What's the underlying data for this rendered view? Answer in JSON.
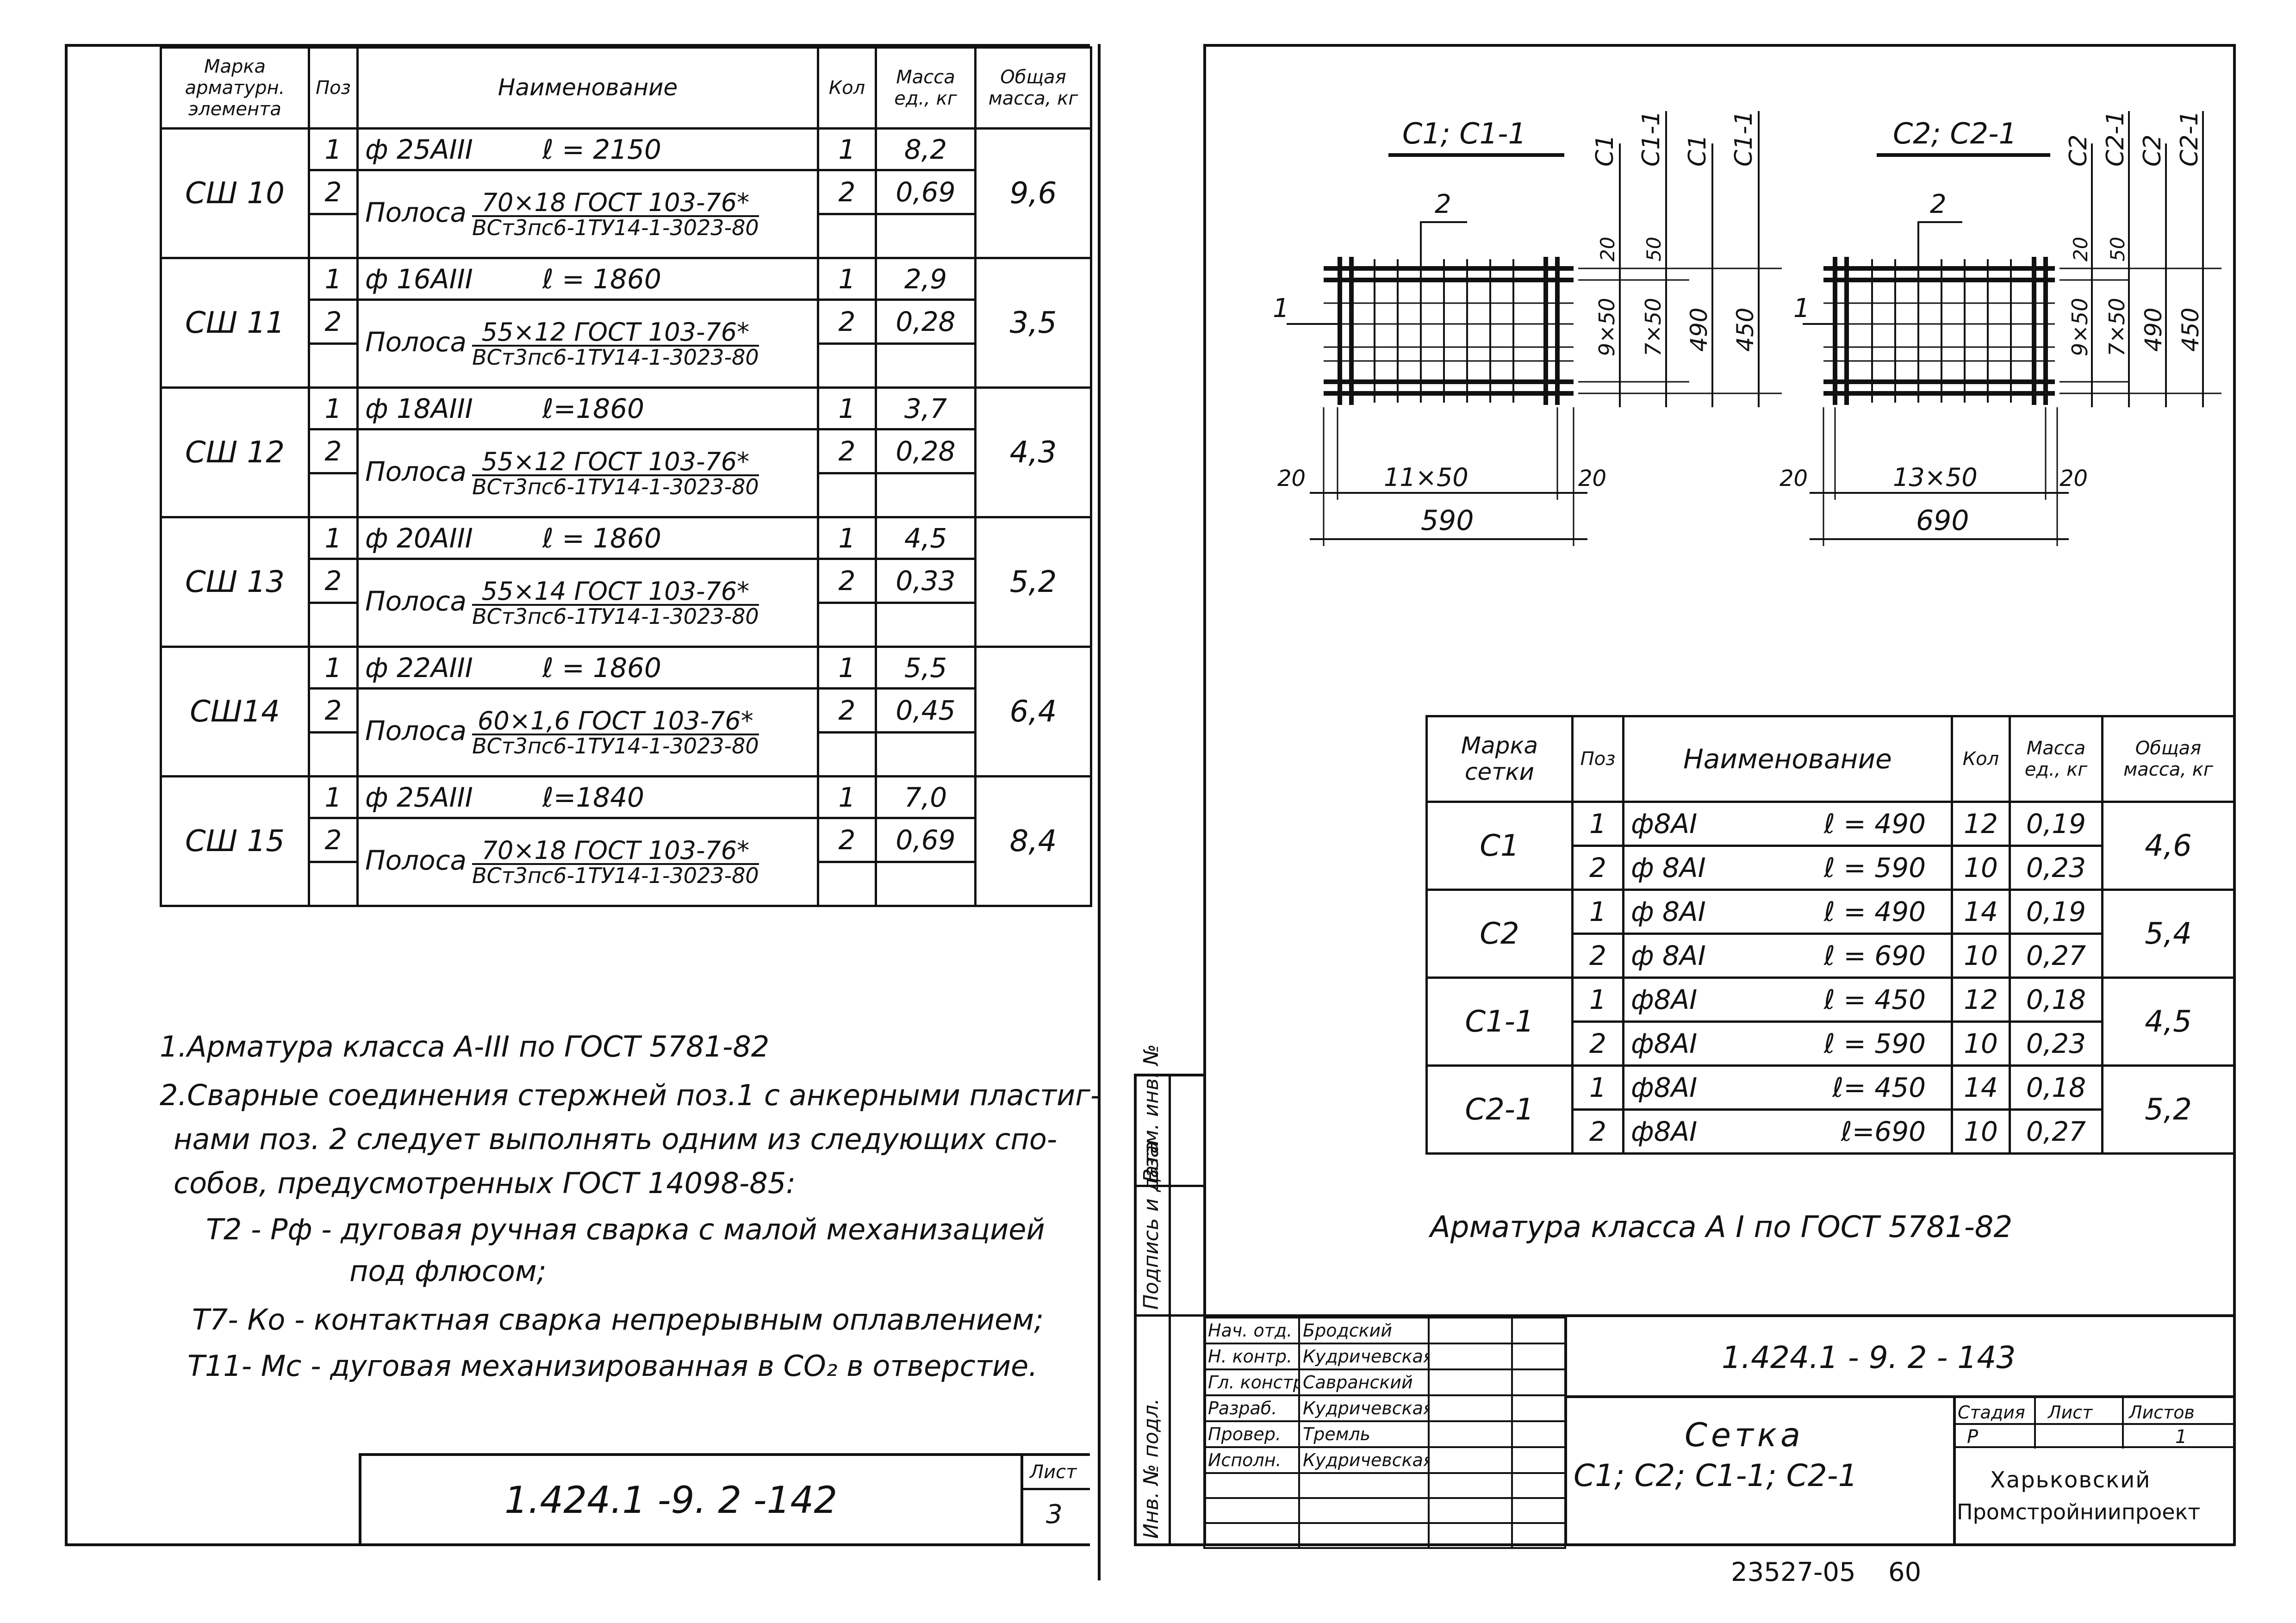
{
  "left_table": {
    "headers": {
      "mark": "Марка арматурн. элемента",
      "pos": "Поз",
      "name": "Наименование",
      "qty": "Кол",
      "unit_mass": "Масса ед., кг",
      "total_mass": "Общая масса, кг"
    },
    "rows": [
      {
        "mark": "СШ 10",
        "bar": "ф 25АIII",
        "bar_len": "ℓ = 2150",
        "bar_qty": "1",
        "bar_mass": "8,2",
        "strip_num": "70×18 ГОСТ 103-76*",
        "strip_den": "ВСт3пс6-1ТУ14-1-3023-80",
        "strip_qty": "2",
        "strip_mass": "0,69",
        "total": "9,6"
      },
      {
        "mark": "СШ 11",
        "bar": "ф 16АIII",
        "bar_len": "ℓ = 1860",
        "bar_qty": "1",
        "bar_mass": "2,9",
        "strip_num": "55×12 ГОСТ 103-76*",
        "strip_den": "ВСт3пс6-1ТУ14-1-3023-80",
        "strip_qty": "2",
        "strip_mass": "0,28",
        "total": "3,5"
      },
      {
        "mark": "СШ 12",
        "bar": "ф 18АIII",
        "bar_len": "ℓ=1860",
        "bar_qty": "1",
        "bar_mass": "3,7",
        "strip_num": "55×12 ГОСТ 103-76*",
        "strip_den": "ВСт3пс6-1ТУ14-1-3023-80",
        "strip_qty": "2",
        "strip_mass": "0,28",
        "total": "4,3"
      },
      {
        "mark": "СШ 13",
        "bar": "ф 20АIII",
        "bar_len": "ℓ = 1860",
        "bar_qty": "1",
        "bar_mass": "4,5",
        "strip_num": "55×14 ГОСТ 103-76*",
        "strip_den": "ВСт3пс6-1ТУ14-1-3023-80",
        "strip_qty": "2",
        "strip_mass": "0,33",
        "total": "5,2"
      },
      {
        "mark": "СШ14",
        "bar": "ф 22АIII",
        "bar_len": "ℓ = 1860",
        "bar_qty": "1",
        "bar_mass": "5,5",
        "strip_num": "60×1,6 ГОСТ 103-76*",
        "strip_den": "ВСт3пс6-1ТУ14-1-3023-80",
        "strip_qty": "2",
        "strip_mass": "0,45",
        "total": "6,4"
      },
      {
        "mark": "СШ 15",
        "bar": "ф 25АIII",
        "bar_len": "ℓ=1840",
        "bar_qty": "1",
        "bar_mass": "7,0",
        "strip_num": "70×18 ГОСТ 103-76*",
        "strip_den": "ВСт3пс6-1ТУ14-1-3023-80",
        "strip_qty": "2",
        "strip_mass": "0,69",
        "total": "8,4"
      }
    ],
    "strip_word": "Полоса",
    "pos1": "1",
    "pos2": "2"
  },
  "notes": [
    "1.Арматура класса А-III по ГОСТ 5781-82",
    "2.Сварные соединения стержней поз.1 с анкерными пластиг-",
    "нами поз. 2 следует выполнять одним из следующих спо-",
    "собов, предусмотренных ГОСТ 14098-85:",
    "Т2 - Рф - дуговая ручная сварка с малой механизацией",
    "под флюсом;",
    "Т7- Ко - контактная сварка непрерывным оплавлением;",
    "Т11- Мс - дуговая механизированная в CO₂ в отверстие."
  ],
  "left_stamp": {
    "code": "1.424.1 -9. 2 -142",
    "sheet_label": "Лист",
    "sheet": "3"
  },
  "drawing_a": {
    "title": "С1; С1-1",
    "pos1": "1",
    "pos2": "2",
    "dim_bottom_inner": "11×50",
    "dim_bottom_total": "590",
    "dim_edge": "20",
    "dim_right_inner": [
      "9×50",
      "7×50"
    ],
    "dim_right_total": [
      "490",
      "450"
    ],
    "dim_right_edge": [
      "20",
      "50"
    ],
    "col_labels": [
      "С1",
      "С1-1",
      "С1",
      "С1-1"
    ]
  },
  "drawing_b": {
    "title": "С2; С2-1",
    "pos1": "1",
    "pos2": "2",
    "dim_bottom_inner": "13×50",
    "dim_bottom_total": "690",
    "dim_edge": "20",
    "dim_right_inner": [
      "9×50",
      "7×50"
    ],
    "dim_right_total": [
      "490",
      "450"
    ],
    "dim_right_edge": [
      "20",
      "50"
    ],
    "col_labels": [
      "С2",
      "С2-1",
      "С2",
      "С2-1"
    ]
  },
  "right_table": {
    "headers": {
      "mark": "Марка сетки",
      "pos": "Поз",
      "name": "Наименование",
      "qty": "Кол",
      "unit_mass": "Масса ед., кг",
      "total_mass": "Общая масса, кг"
    },
    "groups": [
      {
        "mark": "С1",
        "total": "4,6",
        "rows": [
          {
            "pos": "1",
            "bar": "ф8АI",
            "len": "ℓ = 490",
            "qty": "12",
            "mass": "0,19"
          },
          {
            "pos": "2",
            "bar": "ф 8АI",
            "len": "ℓ = 590",
            "qty": "10",
            "mass": "0,23"
          }
        ]
      },
      {
        "mark": "С2",
        "total": "5,4",
        "rows": [
          {
            "pos": "1",
            "bar": "ф 8АI",
            "len": "ℓ = 490",
            "qty": "14",
            "mass": "0,19"
          },
          {
            "pos": "2",
            "bar": "ф 8АI",
            "len": "ℓ = 690",
            "qty": "10",
            "mass": "0,27"
          }
        ]
      },
      {
        "mark": "С1-1",
        "total": "4,5",
        "rows": [
          {
            "pos": "1",
            "bar": "ф8АI",
            "len": "ℓ = 450",
            "qty": "12",
            "mass": "0,18"
          },
          {
            "pos": "2",
            "bar": "ф8АI",
            "len": "ℓ = 590",
            "qty": "10",
            "mass": "0,23"
          }
        ]
      },
      {
        "mark": "С2-1",
        "total": "5,2",
        "rows": [
          {
            "pos": "1",
            "bar": "ф8АI",
            "len": "ℓ= 450",
            "qty": "14",
            "mass": "0,18"
          },
          {
            "pos": "2",
            "bar": "ф8АI",
            "len": "ℓ=690",
            "qty": "10",
            "mass": "0,27"
          }
        ]
      }
    ]
  },
  "right_note": "Арматура класса А I по ГОСТ 5781-82",
  "title_block": {
    "roles": [
      {
        "role": "Нач. отд.",
        "name": "Бродский"
      },
      {
        "role": "Н. контр.",
        "name": "Кудричевская"
      },
      {
        "role": "Гл. констр.",
        "name": "Савранский"
      },
      {
        "role": "Разраб.",
        "name": "Кудричевская"
      },
      {
        "role": "Провер.",
        "name": "Тремль"
      },
      {
        "role": "Исполн.",
        "name": "Кудричевская"
      }
    ],
    "code": "1.424.1 - 9. 2 - 143",
    "title_line1": "Сетка",
    "title_line2": "С1; С2; С1-1; С2-1",
    "stage_label": "Стадия",
    "sheet_label": "Лист",
    "sheets_label": "Листов",
    "stage": "Р",
    "sheet": "",
    "sheets": "1",
    "org_line1": "Харьковский",
    "org_line2": "Промстройниипроект"
  },
  "side_labels": {
    "inv": "Инв. № подл.",
    "sign": "Подпись и дата",
    "vzam": "Взам. инв. №"
  },
  "footer": {
    "number": "23527-05",
    "page": "60"
  }
}
